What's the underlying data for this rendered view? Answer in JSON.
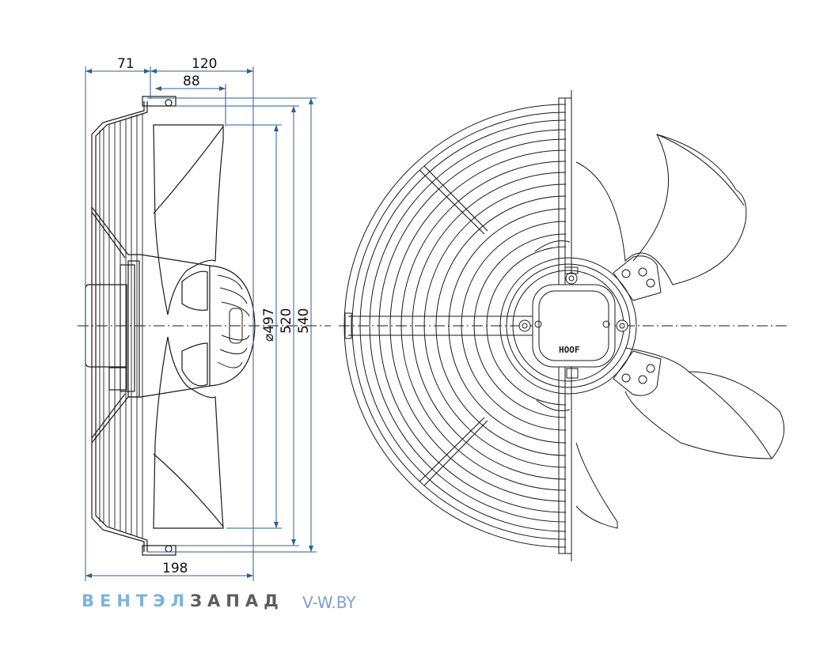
{
  "dimensions": {
    "d71": "71",
    "d120": "120",
    "d88": "88",
    "d198": "198",
    "d497": "⌀497",
    "d520": "520",
    "d540": "540"
  },
  "motor_label": "HOOF",
  "brand": {
    "part1": "ВЕНТЭЛ",
    "part2": "ЗАПАД",
    "site": "V-W.BY",
    "color_light": "#7fb3d8",
    "color_dark": "#5d5d5d",
    "color_site": "#7f9fcc"
  },
  "colors": {
    "dimension_line": "#2b5f96",
    "outline": "#1a1a1a"
  }
}
